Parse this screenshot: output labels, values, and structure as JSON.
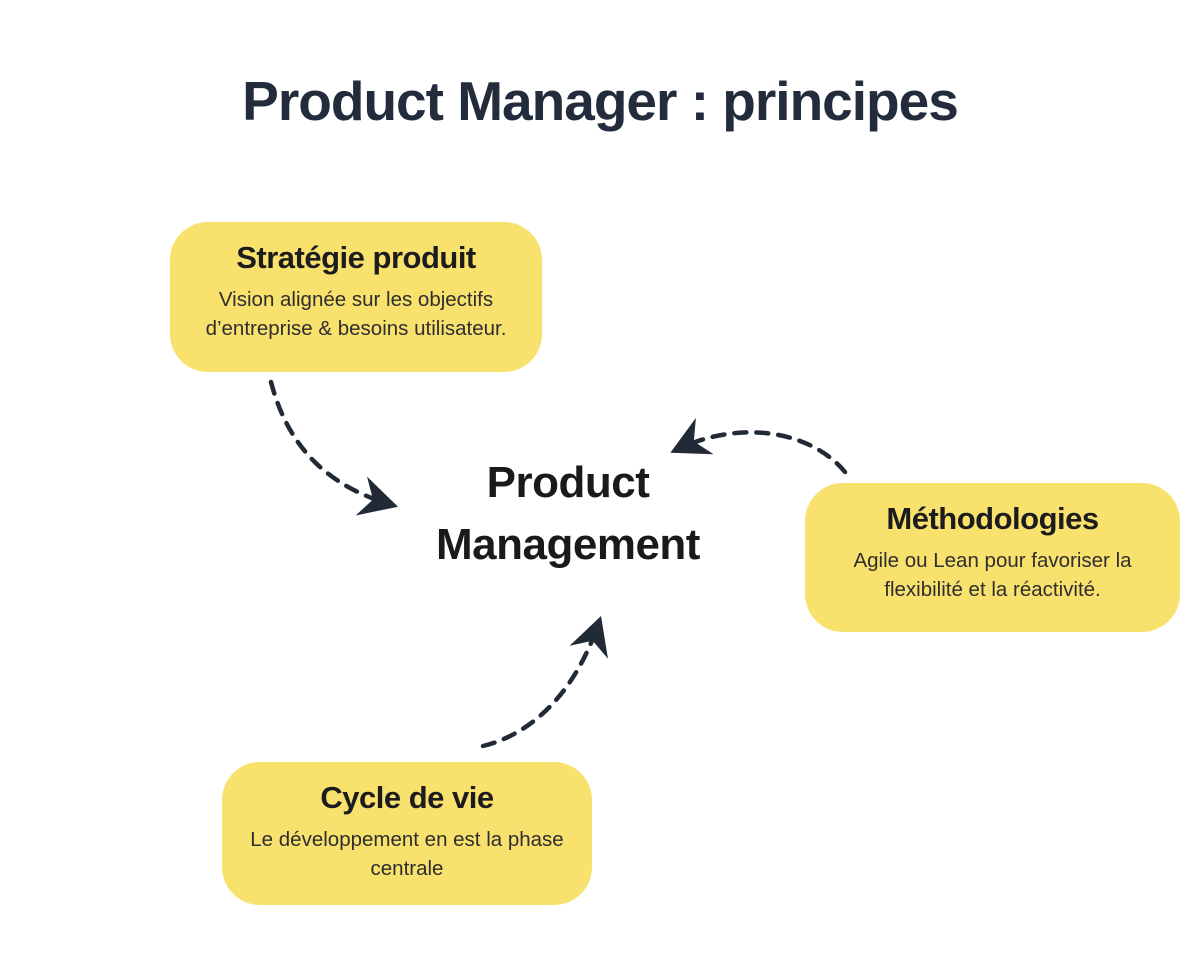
{
  "page": {
    "title": "Product Manager : principes"
  },
  "center": {
    "label": "Product Management"
  },
  "nodes": [
    {
      "id": "strategie-produit",
      "title": "Stratégie produit",
      "body": "Vision alignée sur les objectifs d’entreprise & besoins utilisateur."
    },
    {
      "id": "methodologies",
      "title": "Méthodologies",
      "body": "Agile ou Lean pour favoriser la flexibilité et la réactivité."
    },
    {
      "id": "cycle-de-vie",
      "title": "Cycle de vie",
      "body": "Le développement en est la phase centrale"
    }
  ],
  "colors": {
    "background": "#FFFFFF",
    "node_fill": "#F8E16C",
    "title_text": "#232C3C",
    "node_title_text": "#1C1C1E",
    "node_body_text": "#2E2E30",
    "center_text": "#1A1A1A",
    "arrow": "#222A38"
  }
}
